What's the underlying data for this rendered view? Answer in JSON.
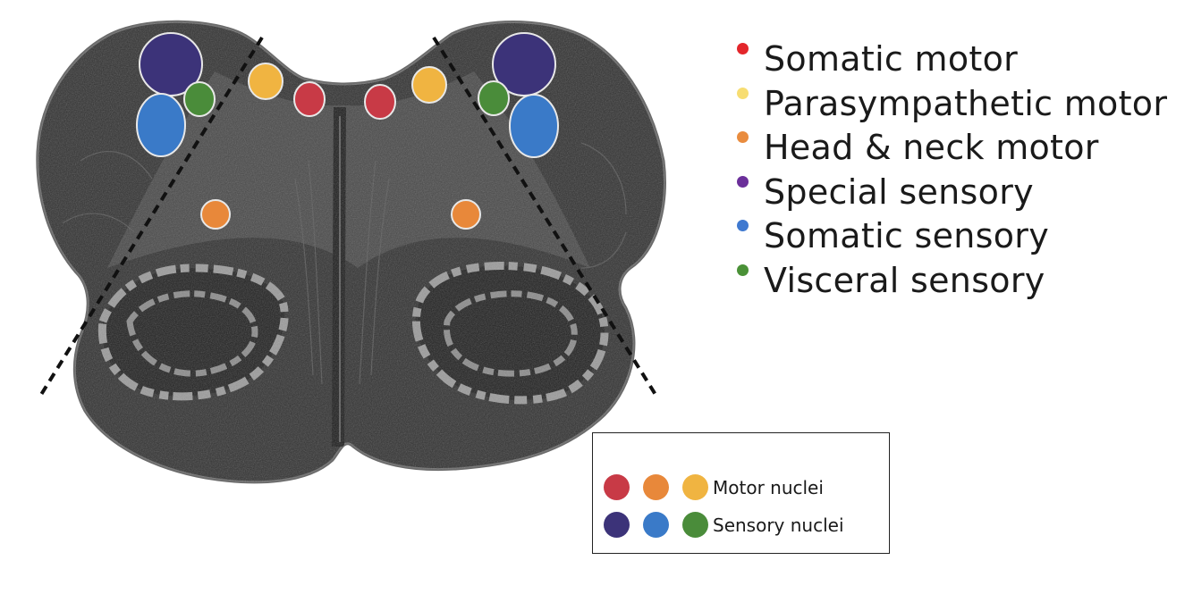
{
  "colors": {
    "somatic_motor": "#c83a46",
    "parasympathetic_motor": "#f0b441",
    "head_neck_motor": "#e8883a",
    "special_sensory": "#3c3379",
    "somatic_sensory": "#3a7ac8",
    "visceral_sensory": "#4a8c3a",
    "tissue_dark": "#2b2b2b",
    "tissue_mid": "#555555",
    "gray_folia": "#8f8f8f"
  },
  "legend": [
    {
      "label": "Somatic motor",
      "color": "#e3262b"
    },
    {
      "label": "Parasympathetic motor",
      "color": "#f7dd72"
    },
    {
      "label": "Head & neck motor",
      "color": "#e98c3e"
    },
    {
      "label": "Special sensory",
      "color": "#6b2f9a"
    },
    {
      "label": "Somatic sensory",
      "color": "#3f79d0"
    },
    {
      "label": "Visceral sensory",
      "color": "#4a9137"
    }
  ],
  "key": {
    "motor_label": "Motor nuclei",
    "sensory_label": "Sensory nuclei",
    "motor_colors": [
      "#c83a46",
      "#e8883a",
      "#f0b441"
    ],
    "sensory_colors": [
      "#3c3379",
      "#3a7ac8",
      "#4a8c3a"
    ]
  }
}
